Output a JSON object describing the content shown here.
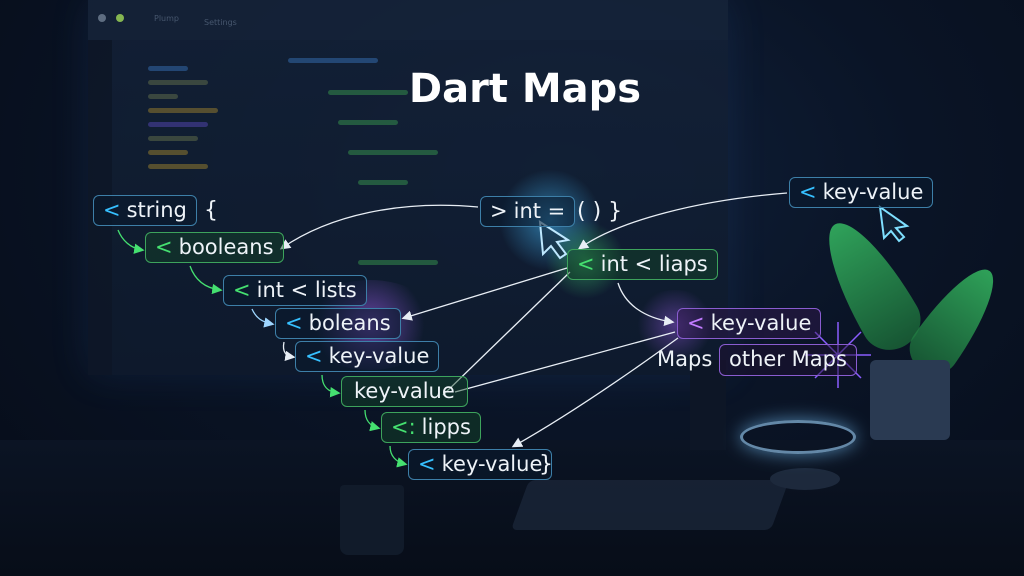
{
  "title": "Dart Maps",
  "editor": {
    "menu": [
      "Plump",
      "Settings"
    ]
  },
  "chips": {
    "string": {
      "prefix": "<",
      "label": "string",
      "suffix": "{"
    },
    "booleans": {
      "prefix": "<",
      "label": "booleans"
    },
    "int_lists": {
      "prefix": "<",
      "label": "int < lists"
    },
    "boleans": {
      "prefix": "<",
      "label": "boleans"
    },
    "key_value_1": {
      "prefix": "<",
      "label": "key-value"
    },
    "key_value_2": {
      "label": "key-value"
    },
    "lipps": {
      "prefix": "<:",
      "label": "lipps"
    },
    "key_value_3": {
      "prefix": "<",
      "label": "key-value",
      "suffix": "}"
    },
    "int_eq": {
      "prefix": ">",
      "label": "int =",
      "suffix": "( ) }"
    },
    "int_liaps": {
      "prefix": "<",
      "label": "int < liaps"
    },
    "key_value_top": {
      "prefix": "<",
      "label": "key-value"
    },
    "key_value_purple": {
      "prefix": "<",
      "label": "key-value"
    },
    "maps": {
      "label": "Maps"
    },
    "other_maps": {
      "label": "other Maps"
    }
  },
  "colors": {
    "blue": "#36c0ff",
    "green": "#45e070",
    "purple": "#c17cff",
    "background": "#0a1426"
  }
}
